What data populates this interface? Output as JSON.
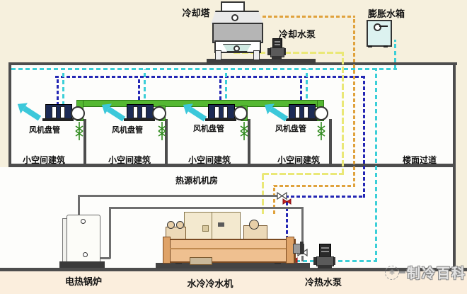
{
  "top": {
    "cooling_tower": "冷却塔",
    "cooling_pump": "冷却水泵",
    "expansion_tank": "膨胀水箱"
  },
  "fan_coils": [
    {
      "label": "风机盘管"
    },
    {
      "label": "风机盘管"
    },
    {
      "label": "风机盘管"
    },
    {
      "label": "风机盘管"
    }
  ],
  "rooms": [
    {
      "label": "小空间建筑"
    },
    {
      "label": "小空间建筑"
    },
    {
      "label": "小空间建筑"
    },
    {
      "label": "小空间建筑"
    }
  ],
  "corridor": {
    "label": "楼面过道"
  },
  "machine_room": {
    "label": "热源机机房"
  },
  "equipment": {
    "boiler": "电热锅炉",
    "chiller": "水冷冷水机",
    "water_pump": "冷热水泵"
  },
  "watermark": {
    "logo_icon": "snowflake-icon",
    "text": "制冷百科"
  },
  "colors": {
    "chilled_supply_cyan": "#3bcfd8",
    "chilled_return_blue": "#2326b4",
    "cooling_water_yellow": "#eae877",
    "cooling_water_orange": "#e0a23c",
    "duct_green": "#55b832",
    "structure_gray": "#4d4d4d",
    "background": "#f6f0dd"
  }
}
